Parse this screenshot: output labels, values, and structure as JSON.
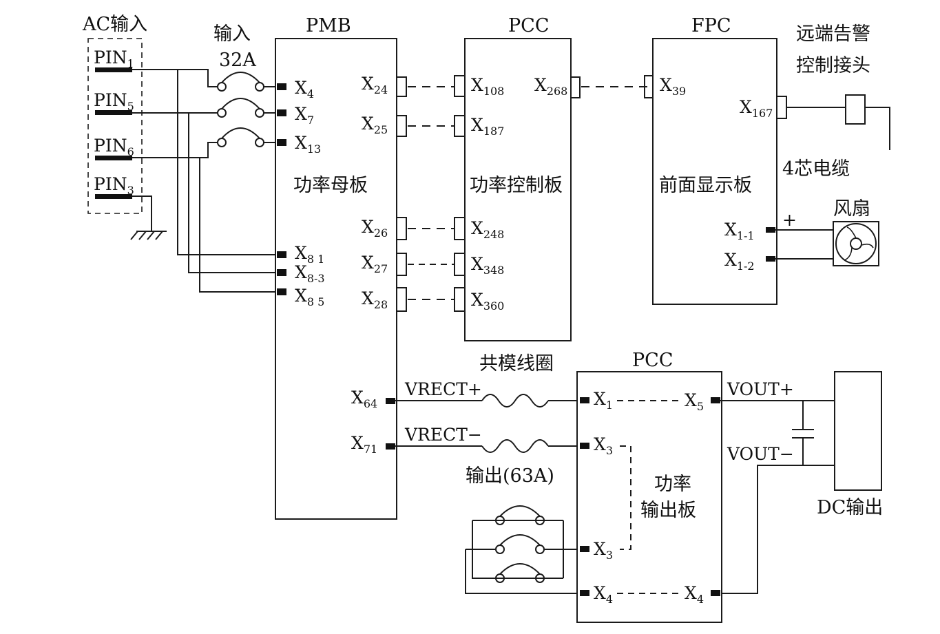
{
  "ac_input": {
    "title": "AC输入",
    "pins": [
      "PIN1",
      "PIN5",
      "PIN6",
      "PIN3"
    ]
  },
  "fuse_label": {
    "line1": "输入",
    "line2": "32A"
  },
  "pmb": {
    "title": "PMB",
    "name": "功率母板",
    "left": [
      "X4",
      "X7",
      "X13",
      "X8 1",
      "X8-3",
      "X8 5"
    ],
    "right": [
      "X24",
      "X25",
      "X26",
      "X27",
      "X28",
      "X64",
      "X71"
    ]
  },
  "pcc_top": {
    "title": "PCC",
    "name": "功率控制板",
    "left": [
      "X108",
      "X187",
      "X248",
      "X348",
      "X360"
    ],
    "right": [
      "X268"
    ]
  },
  "fpc": {
    "title": "FPC",
    "name": "前面显示板",
    "left": [
      "X39"
    ],
    "right": [
      "X167",
      "X1-1",
      "X1-2"
    ]
  },
  "remote": {
    "line1": "远端告警",
    "line2": "控制接头"
  },
  "cable": "4芯电缆",
  "fan": {
    "label": "风扇",
    "plus": "+"
  },
  "common_mode": "共模线圈",
  "vrect": {
    "plus": "VRECT+",
    "minus": "VRECT−"
  },
  "output_label": "输出(63A)",
  "pcc_bottom": {
    "title": "PCC",
    "name_line1": "功率",
    "name_line2": "输出板",
    "left": [
      "X1",
      "X3",
      "X3",
      "X4"
    ],
    "right": [
      "X5",
      "X4"
    ]
  },
  "vout": {
    "plus": "VOUT+",
    "minus": "VOUT−"
  },
  "dc_output": "DC输出"
}
